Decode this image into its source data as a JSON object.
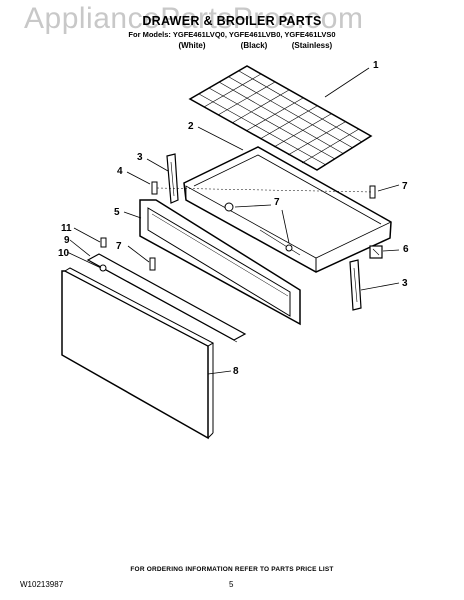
{
  "watermark": "AppliancePartsPros.com",
  "title": "DRAWER & BROILER PARTS",
  "models_line": "For Models: YGFE461LVQ0, YGFE461LVB0, YGFE461LVS0",
  "variants": [
    "(White)",
    "(Black)",
    "(Stainless)"
  ],
  "callouts": {
    "c1": "1",
    "c2": "2",
    "c3a": "3",
    "c3b": "3",
    "c4": "4",
    "c5": "5",
    "c6": "6",
    "c7a": "7",
    "c7b": "7",
    "c7c": "7",
    "c8": "8",
    "c9": "9",
    "c10": "10",
    "c11": "11"
  },
  "footer": "FOR ORDERING INFORMATION REFER TO PARTS PRICE LIST",
  "doc_number": "W10213987",
  "page_number": "5"
}
